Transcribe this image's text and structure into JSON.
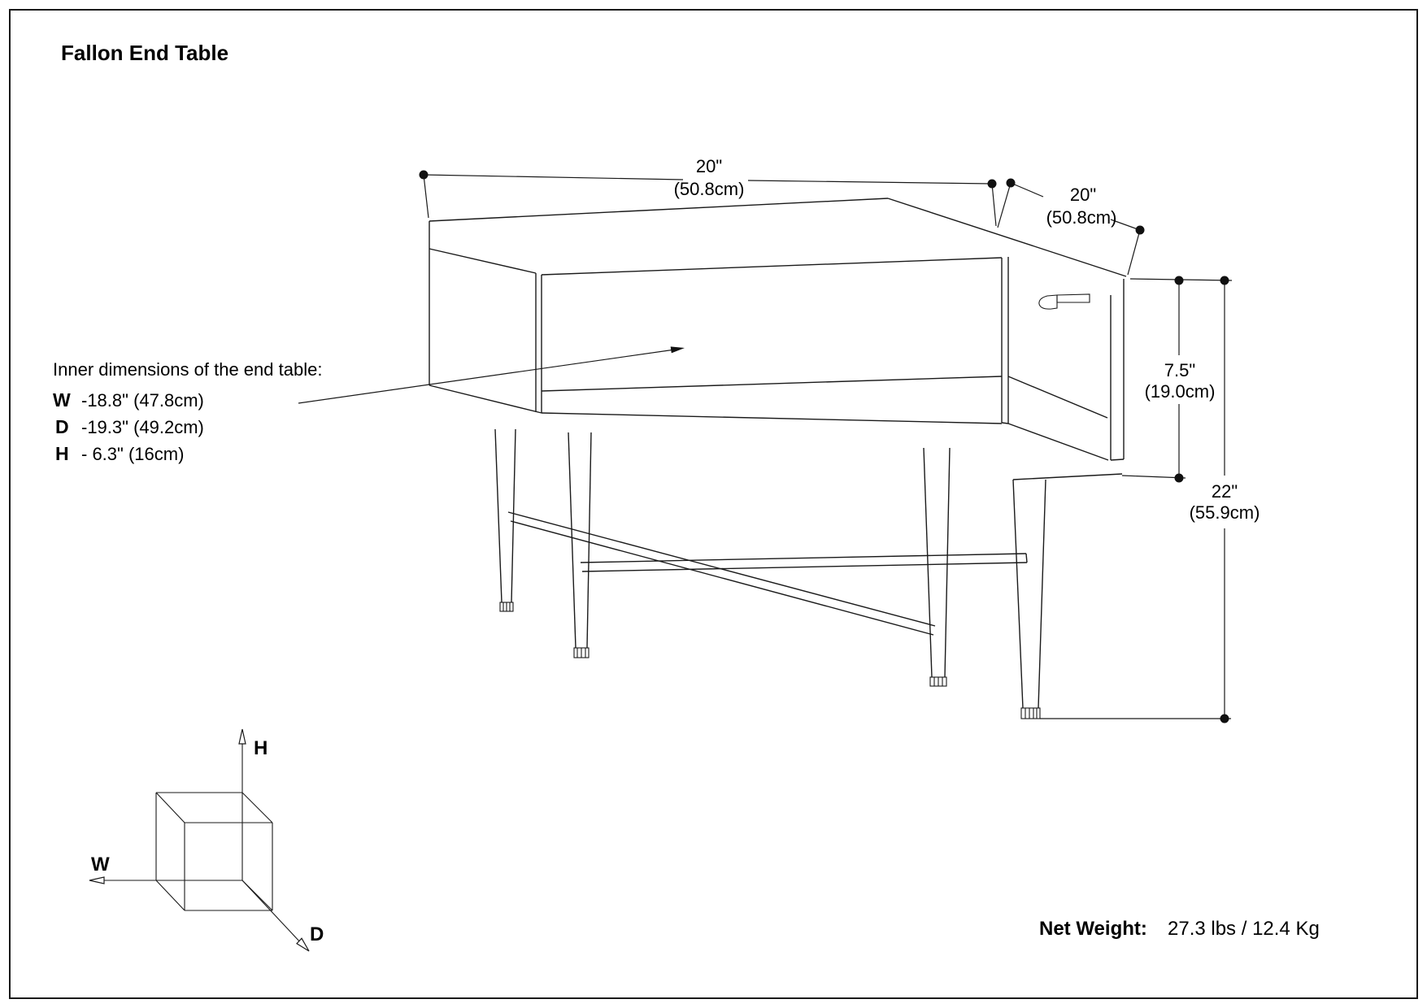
{
  "title": "Fallon End Table",
  "net_weight": {
    "label": "Net Weight:",
    "value": "27.3 lbs / 12.4 Kg"
  },
  "dims": {
    "width_in": "20\"",
    "width_cm": "(50.8cm)",
    "depth_in": "20\"",
    "depth_cm": "(50.8cm)",
    "opening_in": "7.5\"",
    "opening_cm": "(19.0cm)",
    "height_in": "22\"",
    "height_cm": "(55.9cm)"
  },
  "inner": {
    "heading": "Inner dimensions of the end table:",
    "rows": [
      {
        "label": "W",
        "value": "-18.8\" (47.8cm)"
      },
      {
        "label": "D",
        "value": "-19.3\" (49.2cm)"
      },
      {
        "label": "H",
        "value": "- 6.3\" (16cm)"
      }
    ]
  },
  "axes": {
    "h": "H",
    "w": "W",
    "d": "D"
  },
  "colors": {
    "line": "#1a1a1a",
    "text": "#000000",
    "background": "#ffffff"
  }
}
